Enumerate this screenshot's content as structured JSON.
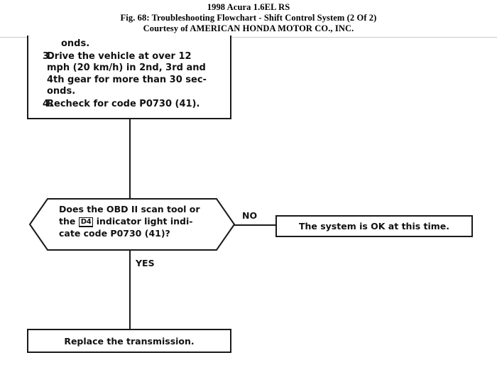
{
  "header": {
    "line1": "1998 Acura 1.6EL RS",
    "line2": "Fig. 68: Troubleshooting Flowchart - Shift Control System (2 Of 2)",
    "line3": "Courtesy of AMERICAN HONDA MOTOR CO., INC."
  },
  "flowchart": {
    "steps_box": {
      "continuation_line": "onds.",
      "steps": [
        {
          "number": "3.",
          "lines": [
            "Drive the vehicle at over 12",
            "mph (20 km/h) in 2nd, 3rd and",
            "4th gear for more than 30 sec-",
            "onds."
          ]
        },
        {
          "number": "4.",
          "lines": [
            "Recheck for code P0730 (41)."
          ]
        }
      ]
    },
    "decision": {
      "line1_a": "Does the OBD II scan tool or",
      "line2_a": "the ",
      "indicator_symbol": "D4",
      "line2_b": " indicator light indi-",
      "line3": "cate code P0730 (41)?"
    },
    "branches": {
      "no_label": "NO",
      "yes_label": "YES"
    },
    "outcome_no": "The system is OK at this time.",
    "outcome_yes": "Replace the transmission."
  },
  "colors": {
    "ink": "#1a1a1a",
    "background": "#ffffff",
    "rule": "#c9c9c9"
  }
}
